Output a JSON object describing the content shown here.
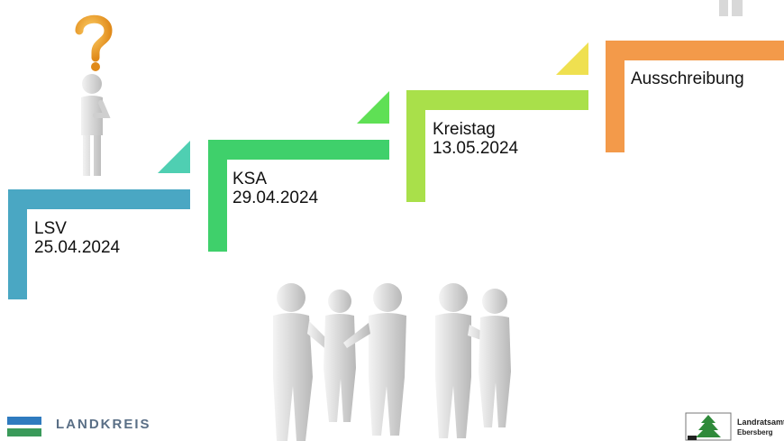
{
  "steps": [
    {
      "label": "LSV",
      "date": "25.04.2024",
      "color": "#4aa7c3",
      "accent": "#4fcfb2"
    },
    {
      "label": "KSA",
      "date": "29.04.2024",
      "color": "#3fd06b",
      "accent": "#5fe055"
    },
    {
      "label": "Kreistag",
      "date": "13.05.2024",
      "color": "#a9e04a",
      "accent": "#efe050"
    },
    {
      "label": "Ausschreibung",
      "date": "",
      "color": "#f39a4a",
      "accent": ""
    }
  ],
  "logo_left": {
    "text": "LANDKREIS"
  },
  "logo_right": {
    "text": "Landratsamt",
    "subtext": "Ebersberg"
  }
}
